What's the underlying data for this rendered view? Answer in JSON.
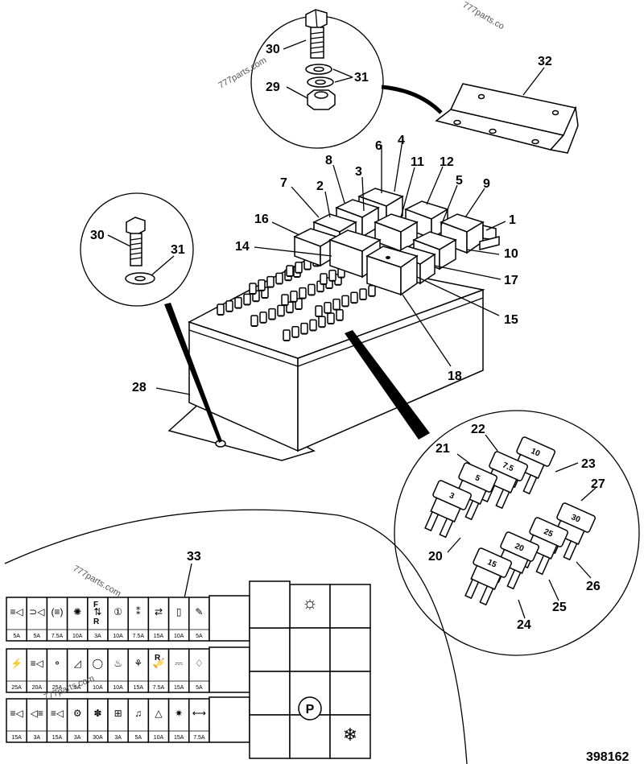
{
  "diagram": {
    "reference_number": "398162",
    "watermarks": [
      "777parts.com",
      "777parts.com",
      "777parts.com",
      "777parts.co"
    ],
    "callouts": {
      "c32": "32",
      "c30a": "30",
      "c31a": "31",
      "c29": "29",
      "c6": "6",
      "c4": "4",
      "c8": "8",
      "c3": "3",
      "c11": "11",
      "c12": "12",
      "c7": "7",
      "c2": "2",
      "c5": "5",
      "c9": "9",
      "c16": "16",
      "c1": "1",
      "c14": "14",
      "c10": "10",
      "c17": "17",
      "c15": "15",
      "c30b": "30",
      "c31b": "31",
      "c28": "28",
      "c18": "18",
      "c22": "22",
      "c21": "21",
      "c23": "23",
      "c27": "27",
      "c20": "20",
      "c26": "26",
      "c25": "25",
      "c24": "24",
      "c33": "33"
    },
    "detail_fuses": {
      "f10": "10",
      "f75": "7.5",
      "f5": "5",
      "f3": "3",
      "f30": "30",
      "f25": "25",
      "f20": "20",
      "f15": "15"
    },
    "fuse_ratings": {
      "row1": [
        "5A",
        "5A",
        "7.5A",
        "10A",
        "3A",
        "10A",
        "7.5A",
        "15A",
        "10A",
        "5A"
      ],
      "row2": [
        "25A",
        "20A",
        "25A",
        "5A",
        "10A",
        "10A",
        "15A",
        "7.5A",
        "15A",
        "5A"
      ],
      "row3": [
        "15A",
        "3A",
        "15A",
        "3A",
        "30A",
        "3A",
        "5A",
        "10A",
        "15A",
        "7.5A"
      ]
    },
    "row1_letters": [
      "F",
      "R"
    ],
    "row2_letters": [
      "R"
    ]
  }
}
